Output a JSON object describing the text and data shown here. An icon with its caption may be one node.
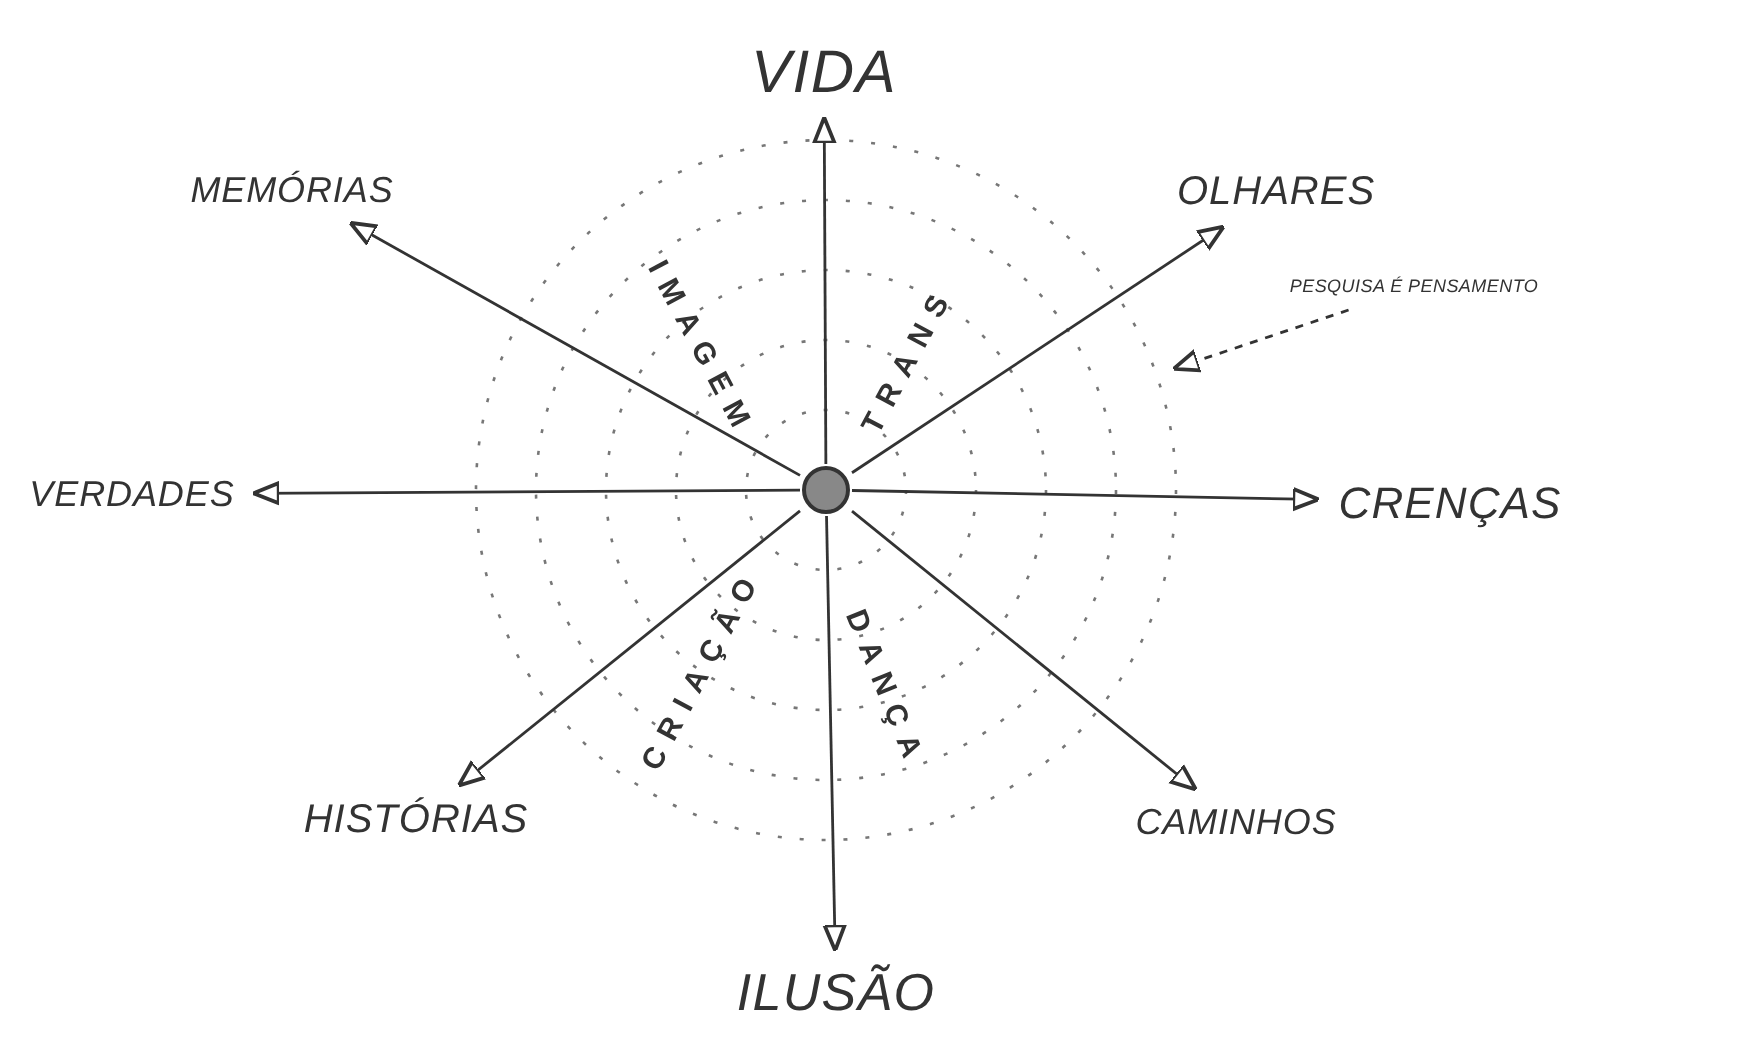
{
  "diagram": {
    "nodes": [
      {
        "text": [],
        "shape": "circle"
      },
      {
        "text": [
          "VIDA"
        ]
      },
      {
        "text": [
          "OLHARES"
        ]
      },
      {
        "text": [
          "CRENÇAS"
        ]
      },
      {
        "text": [
          "CAMINHOS"
        ]
      },
      {
        "text": [
          "ILUSÃO"
        ]
      },
      {
        "text": [
          "HISTÓRIAS"
        ]
      },
      {
        "text": [
          "VERDADES"
        ]
      },
      {
        "text": [
          "MEMÓRIAS"
        ]
      },
      {
        "text": [
          "PESQUISA É PENSAMENTO"
        ]
      }
    ],
    "edges": [
      {
        "from": 0,
        "to": 1,
        "arrow": "to"
      },
      {
        "from": 0,
        "to": 2,
        "arrow": "to"
      },
      {
        "from": 0,
        "to": 3,
        "arrow": "to"
      },
      {
        "from": 0,
        "to": 4,
        "arrow": "to"
      },
      {
        "from": 0,
        "to": 5,
        "arrow": "to"
      },
      {
        "from": 0,
        "to": 6,
        "arrow": "to"
      },
      {
        "from": 0,
        "to": 7,
        "arrow": "to"
      },
      {
        "from": 0,
        "to": 8,
        "arrow": "to"
      },
      {
        "from": 9,
        "to": null,
        "arrow": "to",
        "style": "dashed"
      }
    ],
    "labels": [
      "IMAGEM",
      "TRANS",
      "DANÇA",
      "CRIAÇÃO"
    ]
  }
}
